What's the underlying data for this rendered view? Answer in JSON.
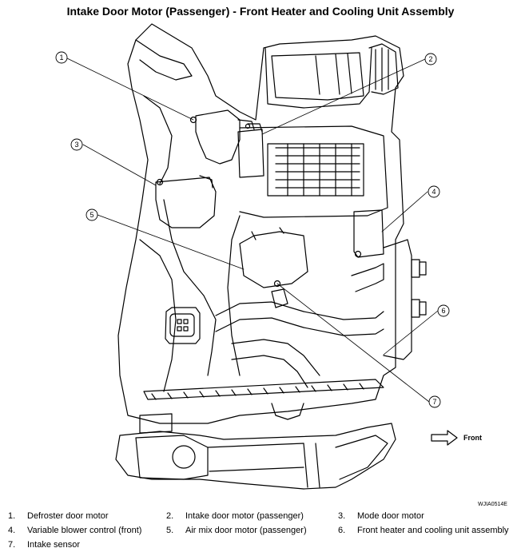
{
  "title": "Intake Door Motor (Passenger) - Front Heater and Cooling Unit Assembly",
  "front_label": "Front",
  "figure_code": "WJIA0514E",
  "callouts": [
    "1",
    "2",
    "3",
    "4",
    "5",
    "6",
    "7"
  ],
  "legend": [
    {
      "num": "1.",
      "text": "Defroster door motor"
    },
    {
      "num": "2.",
      "text": "Intake door motor (passenger)"
    },
    {
      "num": "3.",
      "text": "Mode door motor"
    },
    {
      "num": "4.",
      "text": "Variable blower control (front)"
    },
    {
      "num": "5.",
      "text": "Air mix door motor (passenger)"
    },
    {
      "num": "6.",
      "text": "Front heater and cooling unit assembly"
    },
    {
      "num": "7.",
      "text": "Intake sensor"
    }
  ]
}
